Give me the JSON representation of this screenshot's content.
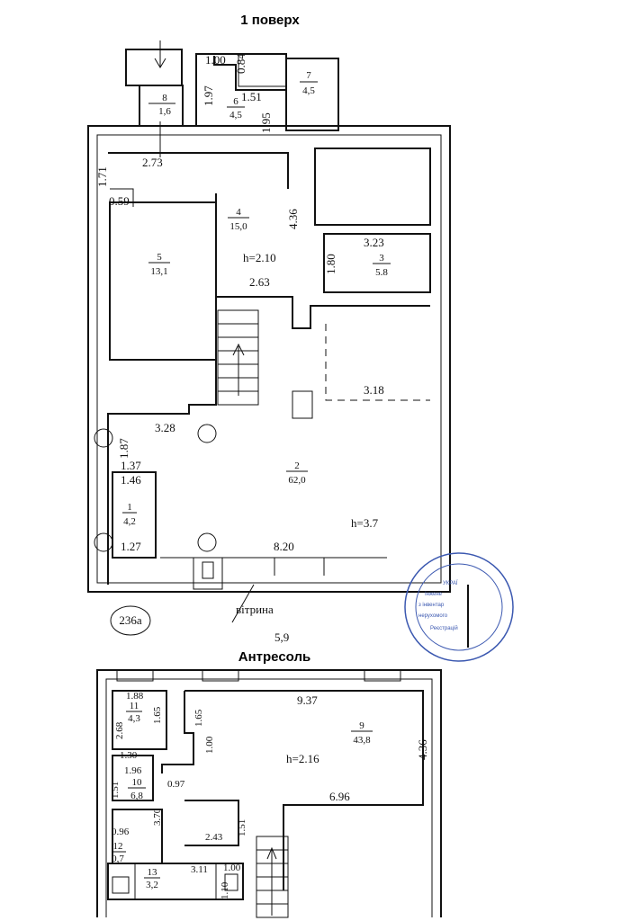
{
  "headings": {
    "floor1": "1 поверх",
    "mezzanine": "Антресоль"
  },
  "floor1": {
    "rooms": [
      {
        "no": "1",
        "area": "4,2"
      },
      {
        "no": "2",
        "area": "62,0"
      },
      {
        "no": "3",
        "area": "5.8"
      },
      {
        "no": "4",
        "area": "15,0"
      },
      {
        "no": "5",
        "area": "13,1"
      },
      {
        "no": "6",
        "area": "4,5"
      },
      {
        "no": "7",
        "area": "4,5"
      },
      {
        "no": "8",
        "area": "1,6"
      }
    ],
    "dimensions": [
      "1.00",
      "0.84",
      "1.97",
      "1.51",
      "1.95",
      "2.73",
      "1.71",
      "0.59",
      "4.36",
      "2.63",
      "3.23",
      "1.80",
      "3.18",
      "3.28",
      "1.87",
      "1.37",
      "1.46",
      "1.27",
      "8.20",
      "5,9"
    ],
    "heights": [
      "h=2.10",
      "h=3.7"
    ],
    "labels": {
      "showcase": "вітрина",
      "building": "236а"
    }
  },
  "mezzanine": {
    "rooms": [
      {
        "no": "9",
        "area": "43,8"
      },
      {
        "no": "10",
        "area": "6,8"
      },
      {
        "no": "11",
        "area": "4,3"
      },
      {
        "no": "12",
        "area": "0,7"
      },
      {
        "no": "13",
        "area": "3,2"
      }
    ],
    "dimensions": [
      "1.88",
      "1.65",
      "2.68",
      "9.37",
      "1.65",
      "1.00",
      "4.36",
      "1.30",
      "1.96",
      "1.51",
      "0.97",
      "6.96",
      "3.70",
      "1.51",
      "2.43",
      "0.96",
      "3.11",
      "1.00",
      "1.10"
    ],
    "heights": [
      "h=2.16"
    ]
  },
  "stamp": {
    "lines": [
      "УКРАЇ",
      "Інжене",
      "з інвентар",
      "нерухомого",
      "Реєстрацій"
    ],
    "color": "#3b58b0"
  },
  "colors": {
    "line": "#111111",
    "stamp": "#3b58b0"
  }
}
